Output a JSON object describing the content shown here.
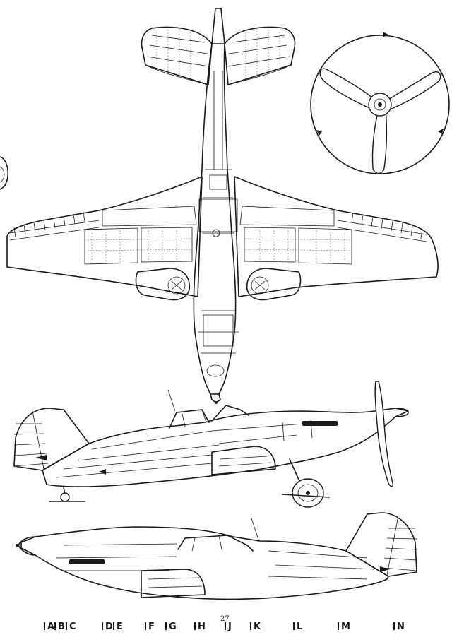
{
  "page_number": "27",
  "station_labels": [
    "A",
    "B",
    "C",
    "D",
    "E",
    "F",
    "G",
    "H",
    "J",
    "K",
    "L",
    "M",
    "N"
  ]
}
